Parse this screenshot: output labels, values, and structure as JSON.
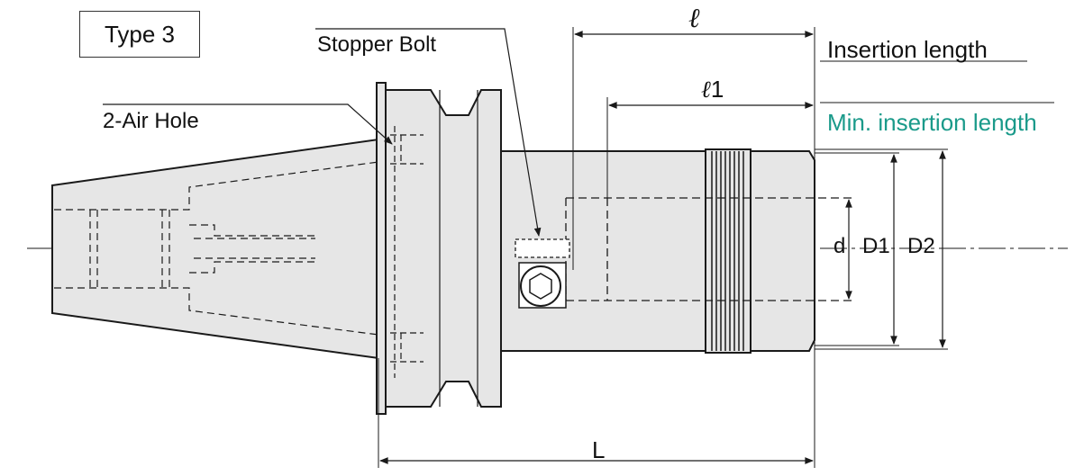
{
  "type_label": "Type 3",
  "callouts": {
    "stopper_bolt": "Stopper Bolt",
    "air_hole": "2-Air Hole"
  },
  "dimensions": {
    "ell": "ℓ",
    "ell1_symbol": "ℓ",
    "ell1_index": "1",
    "L": "L",
    "d": "d",
    "D1": "D1",
    "D2": "D2"
  },
  "notes": {
    "insertion_length": "Insertion length",
    "min_insertion_length": "Min. insertion length"
  },
  "colors": {
    "line": "#1a1a1a",
    "body_fill": "#e6e6e6",
    "teal_text": "#1a9a8a"
  }
}
